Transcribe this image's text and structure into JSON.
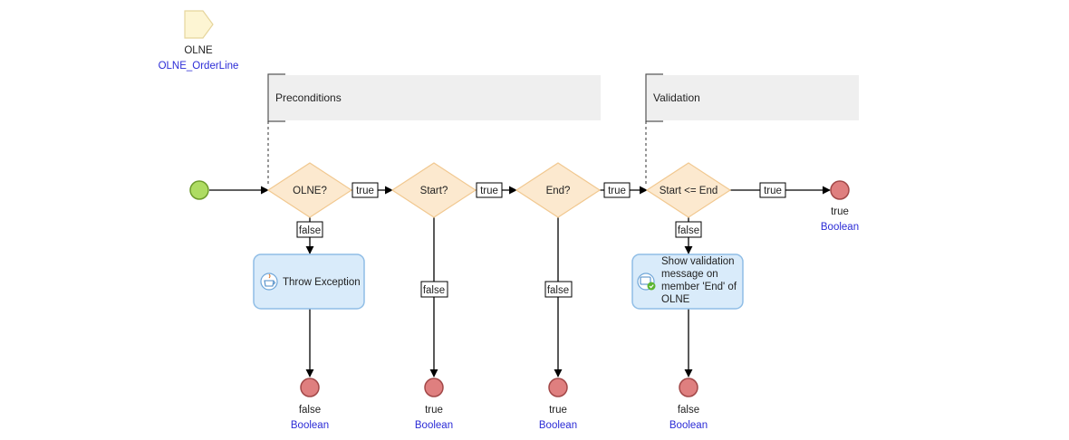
{
  "parameter": {
    "name": "OLNE",
    "type": "OLNE_OrderLine"
  },
  "annotations": {
    "preconditions": "Preconditions",
    "validation": "Validation"
  },
  "decisions": {
    "olne": "OLNE?",
    "start": "Start?",
    "end": "End?",
    "start_le_end": "Start <= End"
  },
  "edges": {
    "olne_true": "true",
    "olne_false": "false",
    "start_true": "true",
    "start_false": "false",
    "end_true": "true",
    "end_false": "false",
    "range_true": "true",
    "range_false": "false"
  },
  "actions": {
    "throw_exception": "Throw Exception",
    "show_validation": [
      "Show validation",
      "message on",
      "member 'End' of",
      "OLNE"
    ]
  },
  "end_events": {
    "success": {
      "value": "true",
      "type": "Boolean"
    },
    "olne_missing": {
      "value": "false",
      "type": "Boolean"
    },
    "start_missing": {
      "value": "true",
      "type": "Boolean"
    },
    "end_missing": {
      "value": "true",
      "type": "Boolean"
    },
    "invalid_range": {
      "value": "false",
      "type": "Boolean"
    }
  },
  "colors": {
    "decision_fill": "#fce9cf",
    "decision_stroke": "#f1c890",
    "action_fill": "#d9ebfa",
    "action_stroke": "#8fbde6",
    "start_fill": "#aedc62",
    "end_fill": "#df7f7f",
    "annotation_fill": "#efefef",
    "type_text": "#2b2bd6"
  }
}
